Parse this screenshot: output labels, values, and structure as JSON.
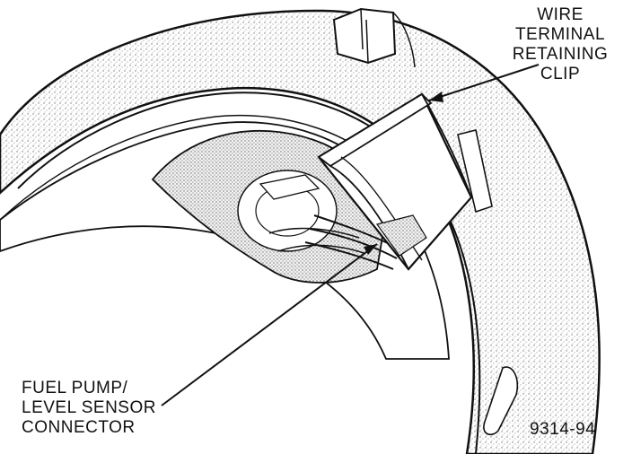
{
  "labels": {
    "wire_terminal_clip": "WIRE\nTERMINAL\nRETAINING\nCLIP",
    "fuel_pump_connector": "FUEL PUMP/\nLEVEL SENSOR\nCONNECTOR",
    "figure_code": "9314-94"
  },
  "colors": {
    "ink": "#111111",
    "paper": "#ffffff",
    "stipple": "#8a8a8a"
  }
}
